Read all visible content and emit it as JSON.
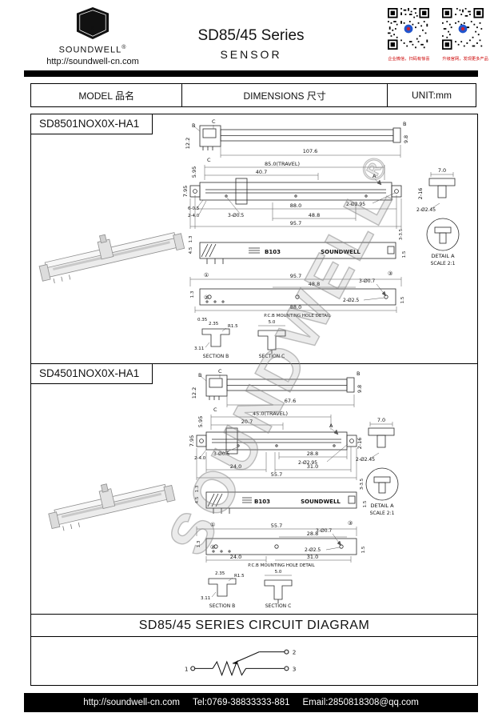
{
  "header": {
    "logo_letter": "S",
    "brand": "SOUNDWELL",
    "reg": "®",
    "url": "http://soundwell-cn.com",
    "title": "SD85/45 Series",
    "subtitle": "SENSOR",
    "qr_left_caption": "企业微信，扫码有惊喜",
    "qr_right_caption": "升级官网，发现更多产品"
  },
  "spec": {
    "model": "MODEL 品名",
    "dimensions": "DIMENSIONS 尺寸",
    "unit": "UNIT:mm"
  },
  "watermark": {
    "text": "SOUNDWELL",
    "reg": "®"
  },
  "s1": {
    "model": "SD8501NOX0X-HA1",
    "top": {
      "b1": "B",
      "c1": "C",
      "b2": "B",
      "h1": "12.2",
      "h2": "9.8",
      "w": "107.6",
      "c2": "C"
    },
    "plan": {
      "travel": "85.0(TRAVEL)",
      "t2": "40.7",
      "l1": "5.95",
      "l2": "7.95",
      "l3": "6-0.5",
      "l4": "2-4.0",
      "a": "A",
      "hole": "2-Ø2.95",
      "holes3": "3-Ø0.5",
      "d1": "88.0",
      "d2": "48.8",
      "d3": "95.7"
    },
    "detail": {
      "w": "7.0",
      "h": "2-16",
      "hole": "2-Ø2.45",
      "name": "DETAIL A",
      "scale": "SCALE 2:1"
    },
    "front": {
      "l1": "1.3",
      "l2": "4.5",
      "code": "B103",
      "brand": "SOUNDWELL",
      "r1": "3-3.5",
      "r2": "1.5"
    },
    "pcb": {
      "d1": "95.7",
      "d2": "48.8",
      "holes": "3-Ø0.7",
      "holes2": "2-Ø2.5",
      "d3": "88.0",
      "l1": "1.3",
      "r1": "1.5",
      "n1": "①",
      "n2": "②",
      "n3": "③",
      "title": "P.C.B MOUNTING HOLE DETAIL"
    },
    "sect": {
      "a": "0.35",
      "b": "2.35",
      "c": "R1.5",
      "d": "5.0",
      "e": "3.11",
      "sb": "SECTION B",
      "sc": "SECTION C"
    }
  },
  "s2": {
    "model": "SD4501NOX0X-HA1",
    "top": {
      "b1": "B",
      "c1": "C",
      "b2": "B",
      "h1": "12.2",
      "h2": "9.8",
      "w": "67.6",
      "c2": "C"
    },
    "plan": {
      "travel": "45.0(TRAVEL)",
      "t2": "20.7",
      "l1": "5.95",
      "l2": "7.95",
      "l3": "2-4.0",
      "a": "A",
      "hole": "2-Ø2.95",
      "holes3": "3-Ø0.5",
      "d1": "28.8",
      "d2": "31.0",
      "d3": "55.7",
      "d4": "24.0"
    },
    "detail": {
      "w": "7.0",
      "h": "2-16",
      "hole": "2-Ø2.45",
      "name": "DETAIL A",
      "scale": "SCALE 2:1"
    },
    "front": {
      "l1": "1.3",
      "l2": "4.5",
      "code": "B103",
      "brand": "SOUNDWELL",
      "r1": "3-3.5",
      "r2": "1.5"
    },
    "pcb": {
      "d1": "55.7",
      "d2": "28.8",
      "holes": "3-Ø0.7",
      "holes2": "2-Ø2.5",
      "d3": "24.0",
      "d4": "31.0",
      "l1": "1.3",
      "r1": "1.5",
      "n1": "①",
      "n2": "②",
      "n3": "③",
      "title": "P.C.B MOUNTING HOLE DETAIL"
    },
    "sect": {
      "b": "2.35",
      "c": "R1.5",
      "d": "5.0",
      "e": "3.11",
      "sb": "SECTION B",
      "sc": "SECTION C"
    }
  },
  "circuit": {
    "title": "SD85/45 SERIES CIRCUIT DIAGRAM",
    "t1": "1",
    "t2": "2",
    "t3": "3"
  },
  "footer": {
    "url": "http://soundwell-cn.com",
    "tel": "Tel:0769-38833333-881",
    "email": "Email:2850818308@qq.com"
  }
}
